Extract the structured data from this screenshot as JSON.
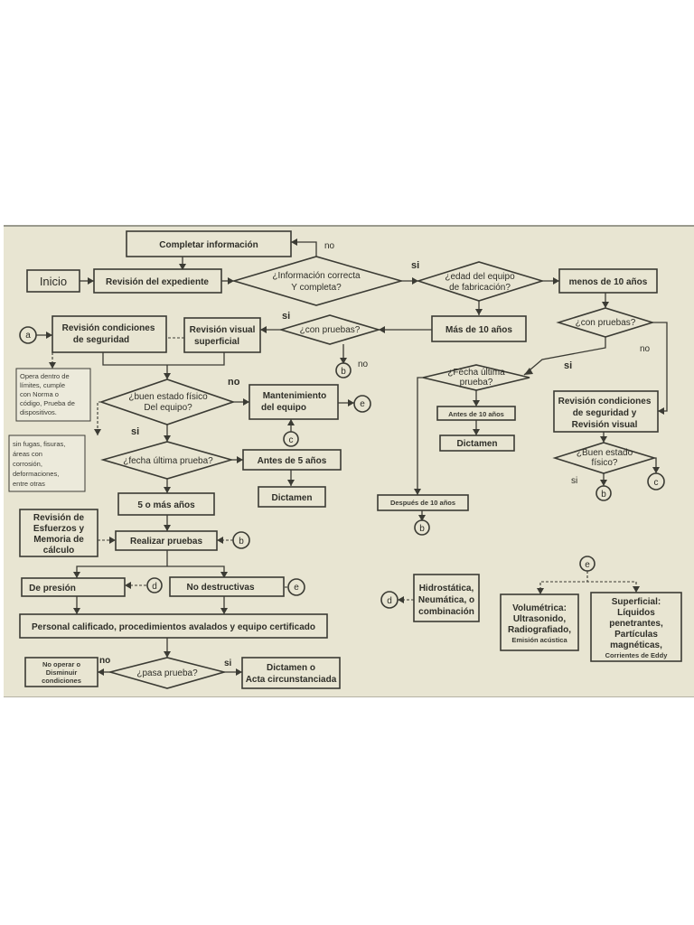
{
  "nodes": {
    "completar": "Completar  información",
    "inicio": "Inicio",
    "revision_expediente": "Revisión  del  expediente",
    "info_correcta": [
      "¿Información  correcta",
      "Y  completa?"
    ],
    "edad_equipo": [
      "¿edad del equipo",
      "de fabricación?"
    ],
    "menos_10": "menos de 10 años",
    "mas_10": "Más de 10 años",
    "con_pruebas_right": "¿con pruebas?",
    "con_pruebas_mid": "¿con pruebas?",
    "revision_visual_sup": [
      "Revisión visual",
      "superficial"
    ],
    "revision_cond_seg": [
      "Revisión condiciones",
      "de seguridad"
    ],
    "buen_estado_main": [
      "¿buen estado físico",
      "Del equipo?"
    ],
    "mantenimiento": [
      "Mantenimiento",
      "del equipo"
    ],
    "fecha_ultima_main": "¿fecha última prueba?",
    "antes_5": "Antes de 5 años",
    "dictamen_1": "Dictamen",
    "cinco_mas": "5 o más años",
    "realizar_pruebas": "Realizar pruebas",
    "revision_esfuerzos": [
      "Revisión de",
      "Esfuerzos y",
      "Memoria de",
      "cálculo"
    ],
    "de_presion": "De presión",
    "no_destructivas": "No destructivas",
    "personal": "Personal calificado, procedimientos avalados y equipo certificado",
    "no_operar": [
      "No operar o",
      "Disminuir",
      "condiciones"
    ],
    "pasa_prueba": "¿pasa prueba?",
    "dictamen_acta": [
      "Dictamen o",
      "Acta circunstanciada"
    ],
    "fecha_ultima_right": [
      "¿Fecha última",
      "prueba?"
    ],
    "antes_10": "Antes de 10 años",
    "dictamen_2": "Dictamen",
    "despues_10": "Después de 10 años",
    "revision_cond_right": [
      "Revisión condiciones",
      "de seguridad y",
      "Revisión visual"
    ],
    "buen_estado_right": [
      "¿Buen estado",
      "físico?"
    ],
    "hidrostatica": [
      "Hidrostática,",
      "Neumática, o",
      "combinación"
    ],
    "volumetrica": [
      "Volumétrica:",
      "Ultrasonido,",
      "Radiografiado,",
      "Emisión acústica"
    ],
    "superficial": [
      "Superficial:",
      "Líquidos",
      "penetrantes,",
      "Partículas",
      "magnéticas,",
      "Corrientes de Eddy"
    ]
  },
  "notes": {
    "opera": [
      "Opera dentro de",
      "límites, cumple",
      "con Norma o",
      "código, Prueba de",
      "dispositivos."
    ],
    "fugas": [
      "sin fugas, fisuras,",
      "áreas con",
      "corrosión,",
      "deformaciones,",
      "entre otras"
    ]
  },
  "connectors": {
    "a": "a",
    "b": "b",
    "c": "c",
    "d": "d",
    "e": "e"
  },
  "edge_labels": {
    "no": "no",
    "si": "si",
    "no_big": "no",
    "si_big": "si"
  }
}
